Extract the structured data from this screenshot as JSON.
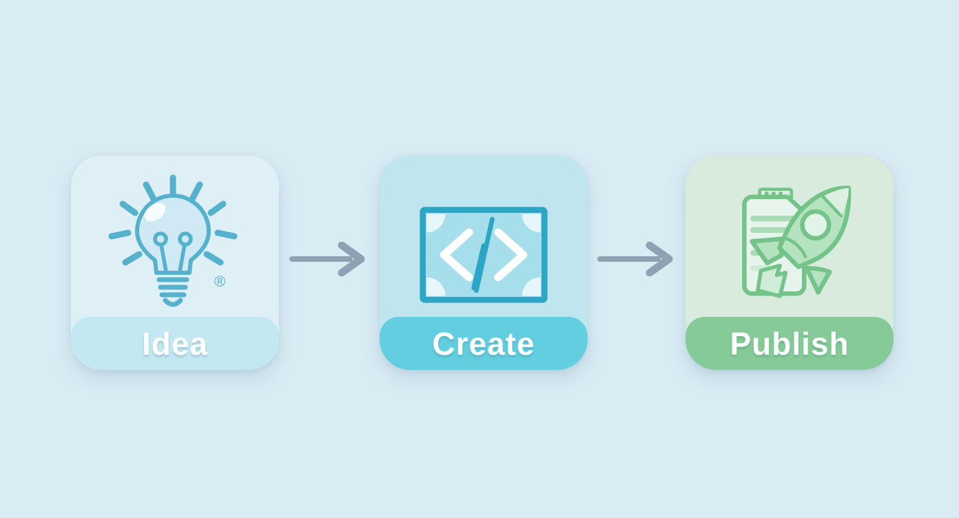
{
  "canvas": {
    "background": "#d9ebf3"
  },
  "flow": {
    "steps": [
      {
        "label": "Idea",
        "icon": "lightbulb-icon",
        "trademark": "®",
        "colors": {
          "card": "#deeff6",
          "band": "#c4e8f2",
          "accent": "#55b1cc",
          "icon_fill": "#cfeaf4"
        }
      },
      {
        "label": "Create",
        "icon": "code-brackets-icon",
        "colors": {
          "card": "#bfe6ef",
          "band": "#62cedf",
          "accent": "#2da6c6",
          "icon_fill": "#a6dfeb"
        }
      },
      {
        "label": "Publish",
        "icon": "rocket-launch-icon",
        "colors": {
          "card": "#d9ebdc",
          "band": "#86cb97",
          "accent": "#74c489",
          "icon_fill": "#b5e2bf"
        }
      }
    ],
    "connectors": [
      {
        "type": "arrow-right",
        "color": "#91a1b4"
      },
      {
        "type": "arrow-right",
        "color": "#91a1b4"
      }
    ]
  }
}
